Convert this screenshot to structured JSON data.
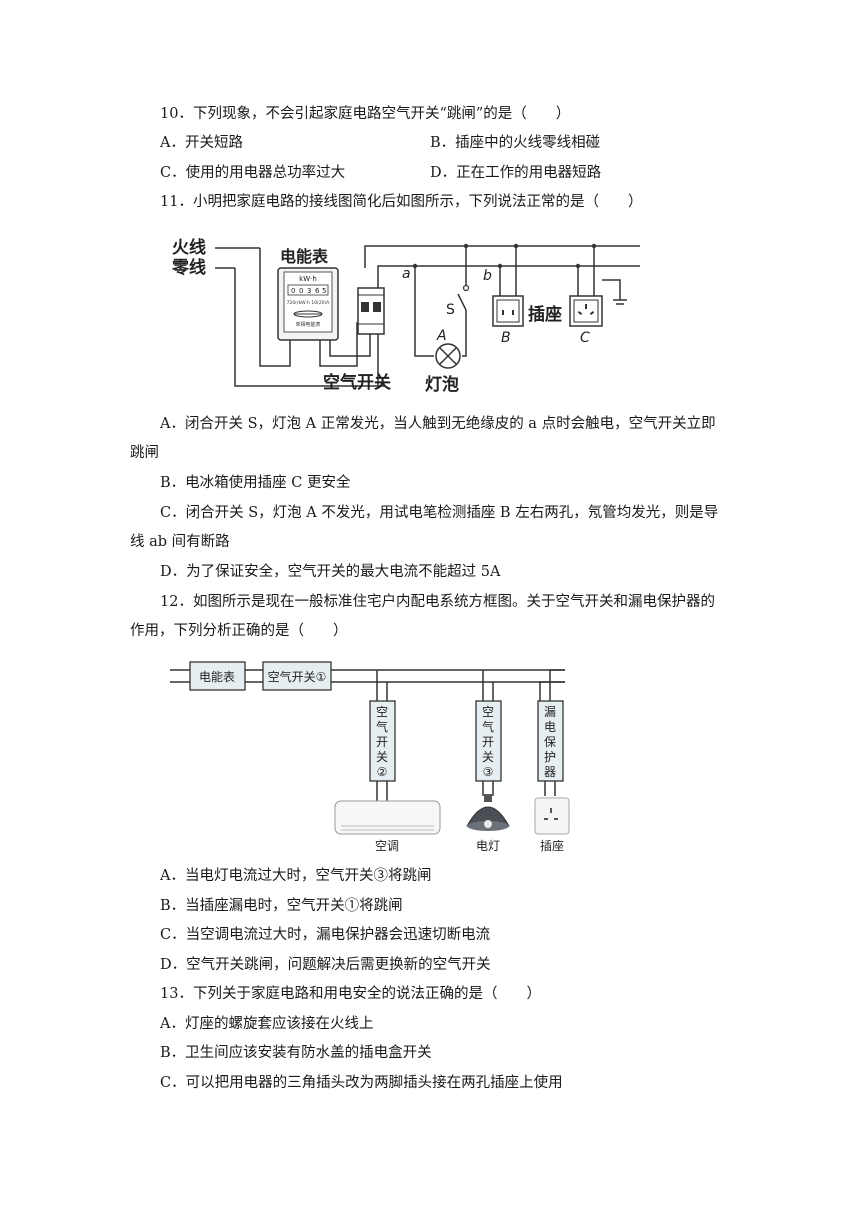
{
  "q10": {
    "stem": "10．下列现象，不会引起家庭电路空气开关“跳闸”的是（　　）",
    "A": "A．开关短路",
    "B": "B．插座中的火线零线相碰",
    "C": "C．使用的用电器总功率过大",
    "D": "D．正在工作的用电器短路"
  },
  "q11": {
    "stem": "11．小明把家庭电路的接线图简化后如图所示，下列说法正常的是（　　）",
    "fig": {
      "live": "火线",
      "neutral": "零线",
      "meter": "电能表",
      "meter_unit": "kW·h",
      "meter_digits": [
        "0",
        "0",
        "3",
        "6",
        "5"
      ],
      "meter_spec": "720r/kW·h  10(20)A",
      "meter_name": "单相电能表",
      "breaker": "空气开关",
      "lamp": "灯泡",
      "socket": "插座",
      "a": "a",
      "b": "b",
      "s": "S",
      "A": "A",
      "B": "B",
      "C": "C"
    },
    "A1": "A．闭合开关 S，灯泡 A 正常发光，当人触到无绝缘皮的 a 点时会触电，空气开关立即",
    "A2": "跳闸",
    "B": "B．电冰箱使用插座 C 更安全",
    "C1": "C．闭合开关 S，灯泡 A 不发光，用试电笔检测插座 B 左右两孔，氖管均发光，则是导",
    "C2": "线 ab 间有断路",
    "D": "D．为了保证安全，空气开关的最大电流不能超过 5A"
  },
  "q12": {
    "stem1": "12．如图所示是现在一般标准住宅户内配电系统方框图。关于空气开关和漏电保护器的",
    "stem2": "作用，下列分析正确的是（　　）",
    "fig": {
      "meter": "电能表",
      "breaker1": "空气开关①",
      "breaker2": [
        "空",
        "气",
        "开",
        "关",
        "②"
      ],
      "breaker3": [
        "空",
        "气",
        "开",
        "关",
        "③"
      ],
      "rcd": [
        "漏",
        "电",
        "保",
        "护",
        "器"
      ],
      "ac": "空调",
      "lamp": "电灯",
      "socket": "插座"
    },
    "A": "A．当电灯电流过大时，空气开关③将跳闸",
    "B": "B．当插座漏电时，空气开关①将跳闸",
    "C": "C．当空调电流过大时，漏电保护器会迅速切断电流",
    "D": "D．空气开关跳闸，问题解决后需更换新的空气开关"
  },
  "q13": {
    "stem": "13．下列关于家庭电路和用电安全的说法正确的是（　　）",
    "A": "A．灯座的螺旋套应该接在火线上",
    "B": "B．卫生间应该安装有防水盖的插电盒开关",
    "C": "C．可以把用电器的三角插头改为两脚插头接在两孔插座上使用"
  }
}
